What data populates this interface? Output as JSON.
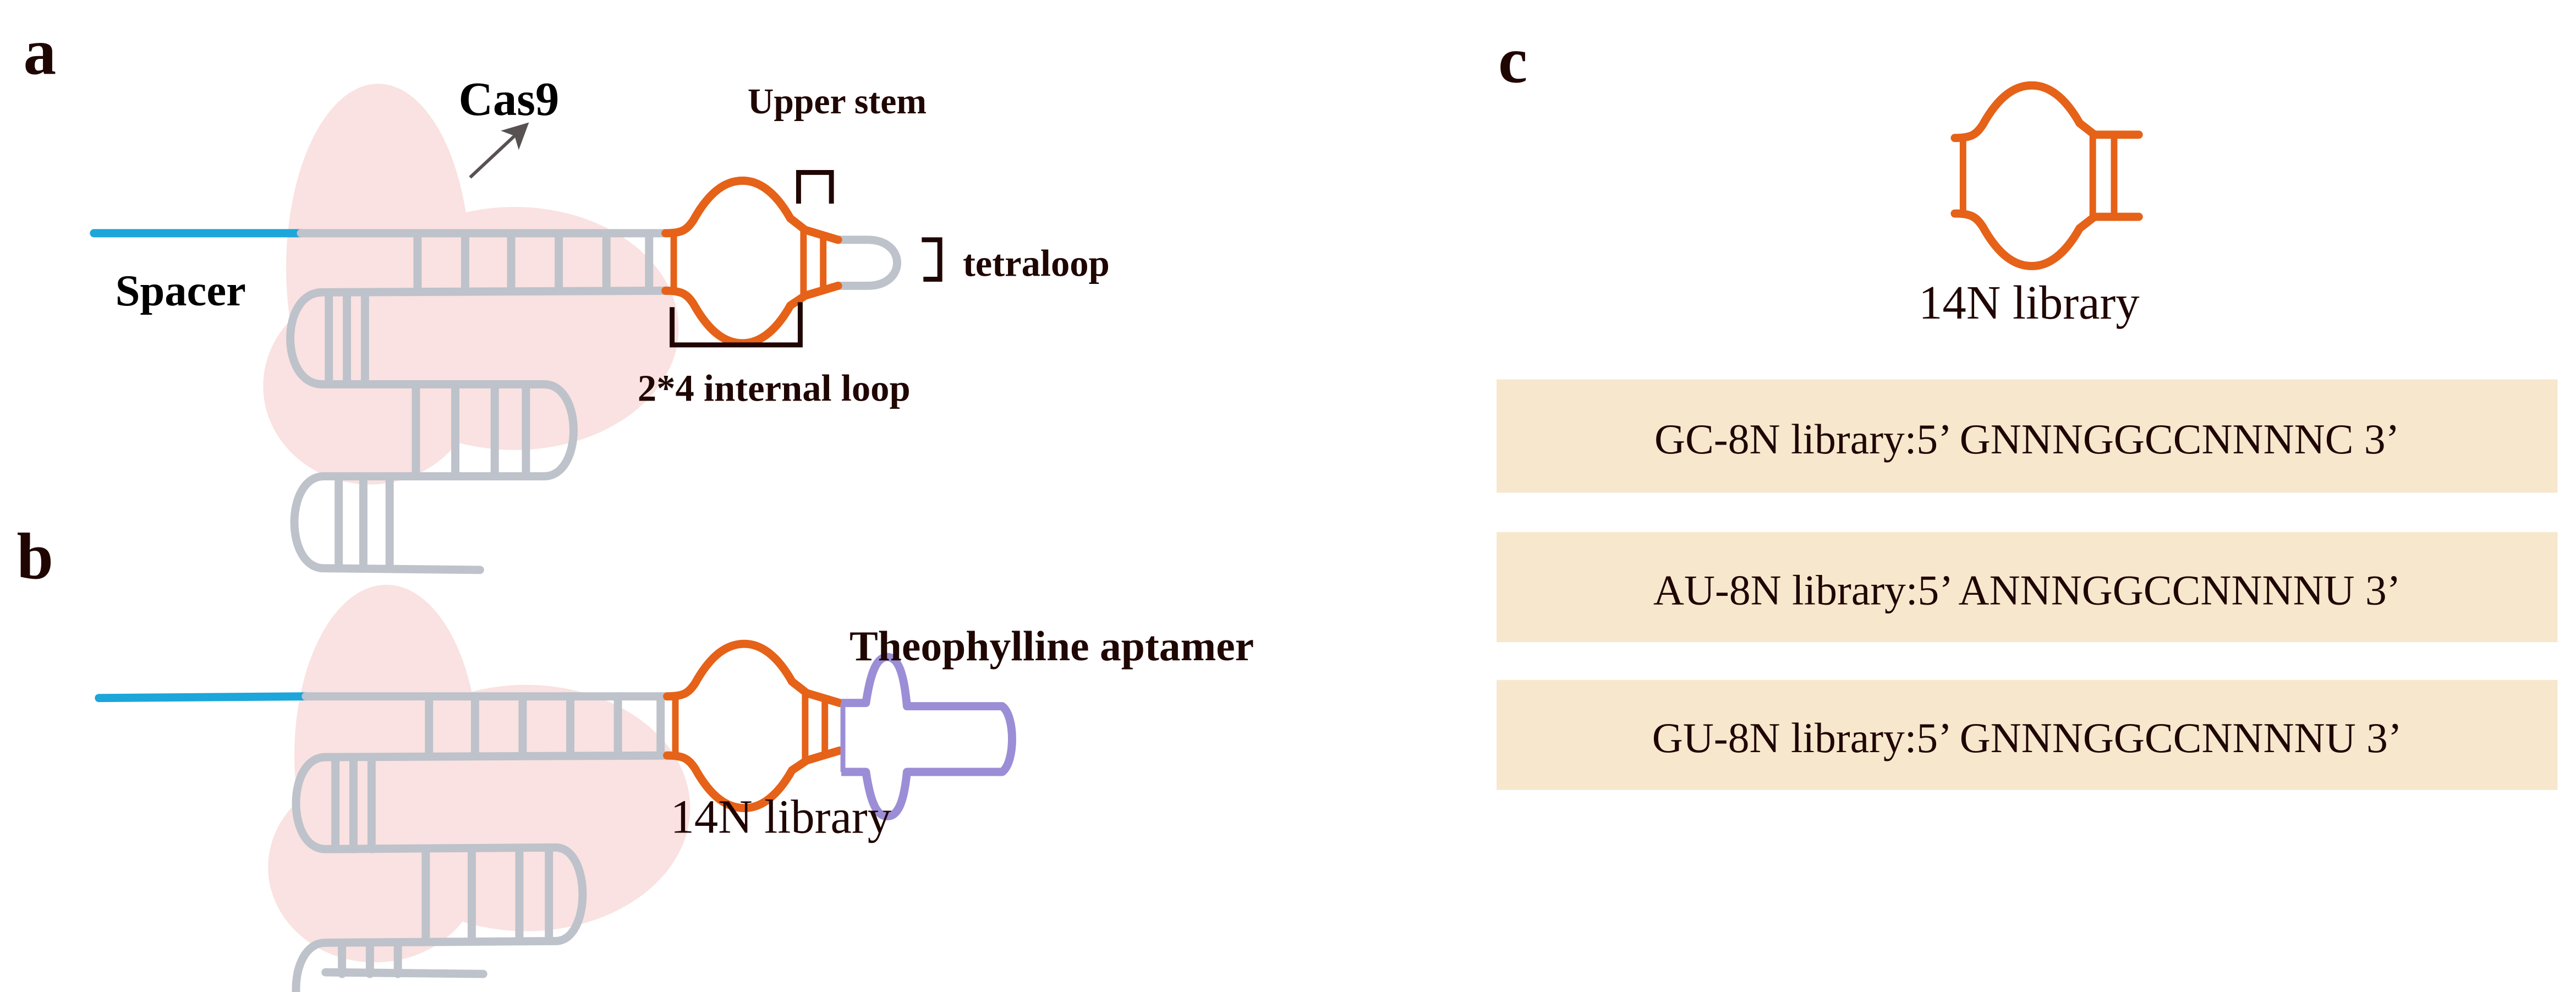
{
  "figure": {
    "colors": {
      "text": "#200603",
      "spacer_blue": "#1CA6DA",
      "rna_gray": "#BEC2CA",
      "loop_orange": "#E56218",
      "cas9_pink": "#F9E2E1",
      "aptamer_purple": "#9B8ED6",
      "library_box_beige": "#F7E7CD",
      "arrow_gray": "#585152"
    },
    "panels": {
      "a": {
        "label": "a",
        "cas9_label": "Cas9",
        "spacer_label": "Spacer",
        "upper_stem_label": "Upper stem",
        "tetraloop_label": "tetraloop",
        "internal_loop_label": "2*4 internal loop"
      },
      "b": {
        "label": "b",
        "aptamer_label": "Theophylline aptamer",
        "library_label": "14N library"
      },
      "c": {
        "label": "c",
        "library_label": "14N library",
        "libraries": [
          {
            "name": "GC-8N library",
            "text": "GC-8N library:5’ GNNNGGCCNNNNC 3’"
          },
          {
            "name": "AU-8N library",
            "text": "AU-8N library:5’ ANNNGGCCNNNNU 3’"
          },
          {
            "name": "GU-8N library",
            "text": "GU-8N library:5’ GNNNGGCCNNNNU 3’"
          }
        ]
      }
    }
  }
}
